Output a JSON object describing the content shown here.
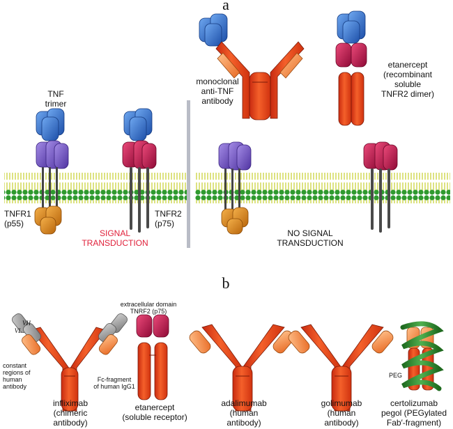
{
  "panel_a": {
    "letter": "a",
    "tnf_trimer": "TNF\ntrimer",
    "tnfr1": "TNFR1\n(p55)",
    "tnfr2": "TNFR2\n(p75)",
    "signal": "SIGNAL\nTRANSDUCTION",
    "monoclonal": "monoclonal\nanti-TNF\nantibody",
    "etanercept": "etanercept\n(recombinant\nsoluble\nTNFR2 dimer)",
    "no_signal": "NO SIGNAL\nTRANSDUCTION"
  },
  "panel_b": {
    "letter": "b",
    "vh": "VH",
    "vl": "VL",
    "constant": "constant\nregions of\nhuman\nantibody",
    "infliximab": "infliximab\n(chimeric\nantibody)",
    "extracellular": "extracellular domain\nTNRF2 (p75)",
    "fc_fragment": "Fc-fragment\nof human IgG1",
    "etanercept": "etanercept\n(soluble receptor)",
    "adalimumab": "adalimumab\n(human\nantibody)",
    "golimumab": "golimumab\n(human\nantibody)",
    "peg": "PEG",
    "certolizumab": "certolizumab\npegol (PEGylated\nFab′-fragment)"
  },
  "colors": {
    "tnf": "#2f6fd0",
    "tnfr1": "#7a55c8",
    "tnfr2": "#c8104a",
    "intracellular": "#d9841a",
    "antibody": "#e8421a",
    "antibody_light": "#f4924a",
    "membrane_head": "#2f9a2f",
    "membrane_tail": "#c6cf2a",
    "divider": "#b9bcc6",
    "peg": "#2f8a2f",
    "signal_text": "#e0203a"
  }
}
